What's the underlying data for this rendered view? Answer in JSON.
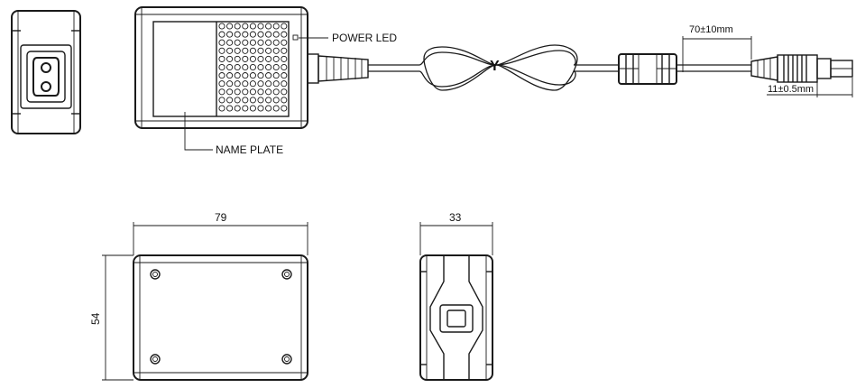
{
  "labels": {
    "power_led": "POWER LED",
    "name_plate": "NAME PLATE",
    "cable_length_tol": "70±10mm",
    "plug_length_tol": "11±0.5mm",
    "width": "79",
    "height": "54",
    "depth": "33",
    "cable_tie": "Y"
  }
}
